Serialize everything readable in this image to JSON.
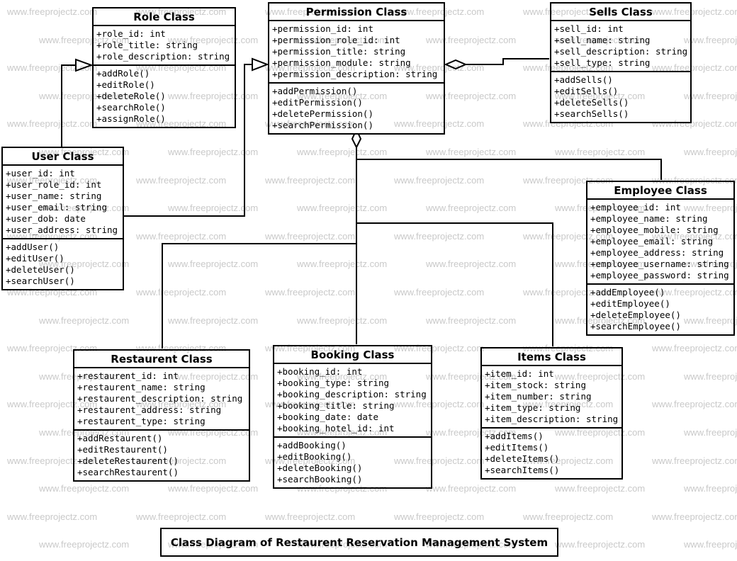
{
  "diagram_title": "Class Diagram of Restaurent Reservation Management System",
  "watermark": {
    "text": "www.freeprojectz.com",
    "color": "#c9c9c9"
  },
  "line_color": "#000000",
  "background_color": "#ffffff",
  "classes": [
    {
      "id": "role",
      "name": "Role Class",
      "attributes": [
        "+role_id: int",
        "+role_title: string",
        "+role_description: string"
      ],
      "methods": [
        "+addRole()",
        "+editRole()",
        "+deleteRole()",
        "+searchRole()",
        "+assignRole()"
      ]
    },
    {
      "id": "permission",
      "name": "Permission Class",
      "attributes": [
        "+permission_id: int",
        "+permission_role_id: int",
        "+permission_title: string",
        "+permission_module: string",
        "+permission_description: string"
      ],
      "methods": [
        "+addPermission()",
        "+editPermission()",
        "+deletePermission()",
        "+searchPermission()"
      ]
    },
    {
      "id": "sells",
      "name": "Sells Class",
      "attributes": [
        "+sell_id: int",
        "+sell_name: string",
        "+sell_description: string",
        "+sell_type: string"
      ],
      "methods": [
        "+addSells()",
        "+editSells()",
        "+deleteSells()",
        "+searchSells()"
      ]
    },
    {
      "id": "user",
      "name": "User Class",
      "attributes": [
        "+user_id: int",
        "+user_role_id: int",
        "+user_name: string",
        "+user_email: string",
        "+user_dob: date",
        "+user_address: string"
      ],
      "methods": [
        "+addUser()",
        "+editUser()",
        "+deleteUser()",
        "+searchUser()"
      ]
    },
    {
      "id": "employee",
      "name": "Employee Class",
      "attributes": [
        "+employee_id: int",
        "+employee_name: string",
        "+employee_mobile: string",
        "+employee_email: string",
        "+employee_address: string",
        "+employee_username: string",
        "+employee_password: string"
      ],
      "methods": [
        "+addEmployee()",
        "+editEmployee()",
        "+deleteEmployee()",
        "+searchEmployee()"
      ]
    },
    {
      "id": "restaurent",
      "name": "Restaurent Class",
      "attributes": [
        "+restaurent_id: int",
        "+restaurent_name: string",
        "+restaurent_description: string",
        "+restaurent_address: string",
        "+restaurent_type: string"
      ],
      "methods": [
        "+addRestaurent()",
        "+editRestaurent()",
        "+deleteRestaurent()",
        "+searchRestaurent()"
      ]
    },
    {
      "id": "booking",
      "name": "Booking Class",
      "attributes": [
        "+booking_id: int",
        "+booking_type: string",
        "+booking_description: string",
        "+booking_title: string",
        "+booking_date: date",
        "+booking_hotel_id: int"
      ],
      "methods": [
        "+addBooking()",
        "+editBooking()",
        "+deleteBooking()",
        "+searchBooking()"
      ]
    },
    {
      "id": "items",
      "name": "Items Class",
      "attributes": [
        "+item_id: int",
        "+item_stock: string",
        "+item_number: string",
        "+item_type: string",
        "+item_description: string"
      ],
      "methods": [
        "+addItems()",
        "+editItems()",
        "+deleteItems()",
        "+searchItems()"
      ]
    }
  ],
  "relationships": [
    {
      "from": "User Class",
      "to": "Role Class",
      "connector": "open-triangle-arrow"
    },
    {
      "from": "User Class",
      "to": "Permission Class",
      "connector": "open-triangle-arrow"
    },
    {
      "from": "Permission Class",
      "to": "Sells Class",
      "connector": "open-diamond"
    },
    {
      "from": "Permission Class",
      "to": "Employee Class",
      "connector": "open-diamond-branch"
    },
    {
      "from": "Permission Class",
      "to": "Items Class",
      "connector": "open-diamond-branch"
    },
    {
      "from": "Permission Class",
      "to": "Restaurent Class",
      "connector": "open-diamond-branch"
    },
    {
      "from": "Permission Class",
      "to": "Booking Class",
      "connector": "open-diamond-branch"
    }
  ]
}
